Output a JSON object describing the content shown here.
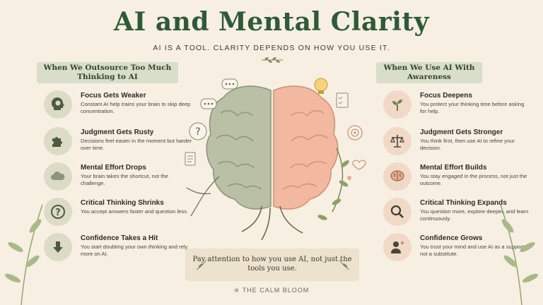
{
  "title": "AI and Mental Clarity",
  "subtitle": "AI IS A TOOL. CLARITY DEPENDS ON HOW YOU USE IT.",
  "left": {
    "heading": "When We Outsource Too Much Thinking to AI",
    "items": [
      {
        "title": "Focus Gets Weaker",
        "desc": "Constant AI help trains your brain to skip deep concentration.",
        "icon": "head-brain-icon"
      },
      {
        "title": "Judgment Gets Rusty",
        "desc": "Decisions feel easier in the moment but harder over time.",
        "icon": "puzzle-piece-icon"
      },
      {
        "title": "Mental Effort Drops",
        "desc": "Your brain takes the shortcut, not the challenge.",
        "icon": "cloud-icon"
      },
      {
        "title": "Critical Thinking Shrinks",
        "desc": "You accept answers faster and question less.",
        "icon": "question-mark-icon"
      },
      {
        "title": "Confidence Takes a Hit",
        "desc": "You start doubting your own thinking and rely more on AI.",
        "icon": "down-arrow-icon"
      }
    ]
  },
  "right": {
    "heading": "When We Use AI With Awareness",
    "items": [
      {
        "title": "Focus Deepens",
        "desc": "You protect your thinking time before asking for help.",
        "icon": "sprout-icon"
      },
      {
        "title": "Judgment Gets Stronger",
        "desc": "You think first, then use AI to refine your decision.",
        "icon": "scales-icon"
      },
      {
        "title": "Mental Effort Builds",
        "desc": "You stay engaged in the process, not just the outcome.",
        "icon": "brain-icon"
      },
      {
        "title": "Critical Thinking Expands",
        "desc": "You question more, explore deeper, and learn continuously.",
        "icon": "magnifier-icon"
      },
      {
        "title": "Confidence Grows",
        "desc": "You trust your mind and use AI as a support, not a substitute.",
        "icon": "person-sparkle-icon"
      }
    ]
  },
  "note": "Pay attention to how you use AI, not just the tools you use.",
  "footer": "THE CALM BLOOM",
  "colors": {
    "green": "#2f5a3a",
    "banner": "#d9deca",
    "leftCircle": "#dcdcc6",
    "rightCircle": "#f1d9c8",
    "brainLeft": "#b9c0a6",
    "brainRight": "#f2b9a0"
  }
}
